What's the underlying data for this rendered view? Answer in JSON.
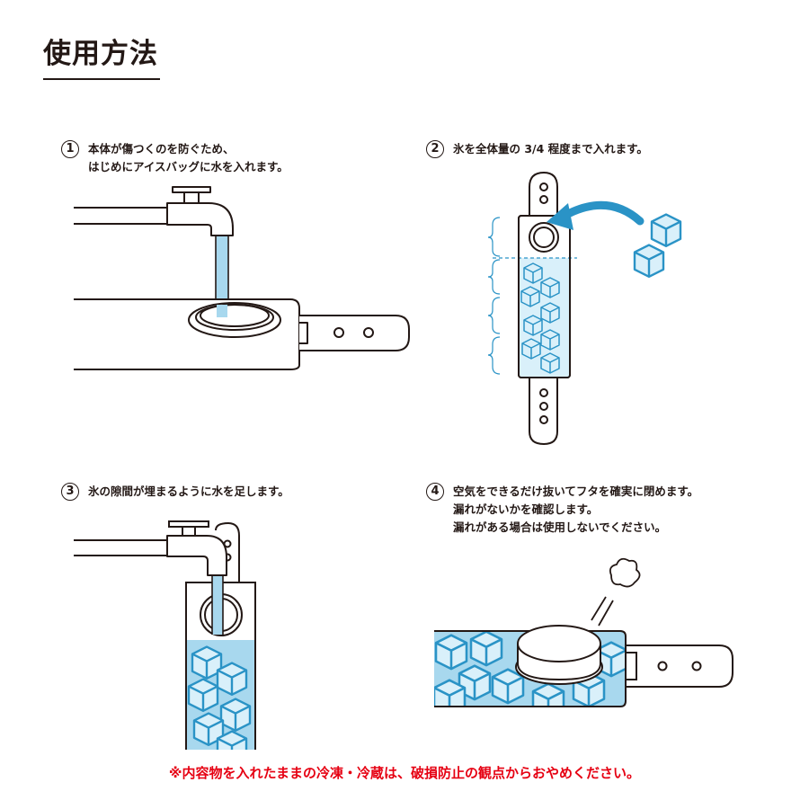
{
  "title": "使用方法",
  "steps": [
    {
      "number": "1",
      "lines": [
        "本体が傷つくのを防ぐため、",
        "はじめにアイスバッグに水を入れます。"
      ]
    },
    {
      "number": "2",
      "lines": [
        "氷を全体量の 3/4 程度まで入れます。"
      ]
    },
    {
      "number": "3",
      "lines": [
        "氷の隙間が埋まるように水を足します。"
      ]
    },
    {
      "number": "4",
      "lines": [
        "空気をできるだけ抜いてフタを確実に閉めます。",
        "漏れがないかを確認します。",
        "漏れがある場合は使用しないでください。"
      ]
    }
  ],
  "warning": "※内容物を入れたままの冷凍・冷蔵は、破損防止の観点からおやめください。",
  "colors": {
    "text": "#231815",
    "water": "#a8d8ee",
    "ice_fill": "#d9f0fa",
    "ice_stroke": "#2a93c6",
    "arrow": "#2a93c6",
    "warning": "#e60012"
  }
}
